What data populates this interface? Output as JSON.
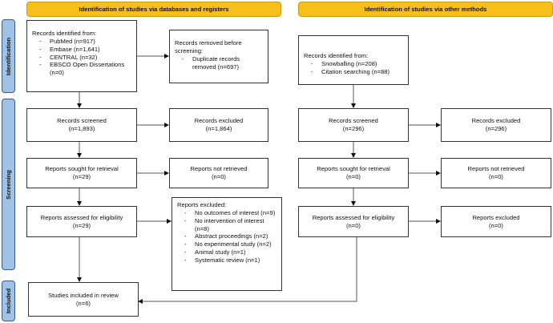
{
  "headers": {
    "databases": "Identification of studies via databases and registers",
    "other": "Identification of studies via other methods"
  },
  "phases": [
    "Identification",
    "Screening",
    "Included"
  ],
  "left": {
    "identified": {
      "title": "Records identified from:",
      "items": [
        "PubMed (n=917)",
        "Embase (n=1,641)",
        "CENTRAL (n=32)",
        "EBSCO Open Dissertations (n=0)"
      ]
    },
    "removed": {
      "title": "Records removed before screening:",
      "items": [
        "Duplicate records removed (n=697)"
      ]
    },
    "screened": {
      "label": "Records screened",
      "n": "(n=1,893)"
    },
    "excluded": {
      "label": "Records excluded",
      "n": "(n=1,864)"
    },
    "sought": {
      "label": "Reports sought for retrieval",
      "n": "(n=29)"
    },
    "not_retrieved": {
      "label": "Reports not retrieved",
      "n": "(n=0)"
    },
    "assessed": {
      "label": "Reports assessed for eligibility",
      "n": "(n=29)"
    },
    "reports_excluded": {
      "title": "Reports excluded:",
      "items": [
        "No outcomes of interest (n=9)",
        "No intervention of interest (n=8)",
        "Abstract proceedings (n=2)",
        "No experimental study (n=2)",
        "Animal study (n=1)",
        "Systematic review (n=1)"
      ]
    },
    "included": {
      "label": "Studies included in review",
      "n": "(n=6)"
    }
  },
  "right": {
    "identified": {
      "title": "Records identified from:",
      "items": [
        "Snowballing (n=208)",
        "Citation searching (n=88)"
      ]
    },
    "screened": {
      "label": "Records screened",
      "n": "(n=296)"
    },
    "excluded": {
      "label": "Records excluded",
      "n": "(n=296)"
    },
    "sought": {
      "label": "Reports sought for retrieval",
      "n": "(n=0)"
    },
    "not_retrieved": {
      "label": "Reports not retrieved",
      "n": "(n=0)"
    },
    "assessed": {
      "label": "Reports assessed for eligibility",
      "n": "(n=0)"
    },
    "reports_excluded": {
      "label": "Reports excluded",
      "n": "(n=0)"
    }
  },
  "colors": {
    "header": "#f6bf1a",
    "phase": "#9fc3e7"
  }
}
